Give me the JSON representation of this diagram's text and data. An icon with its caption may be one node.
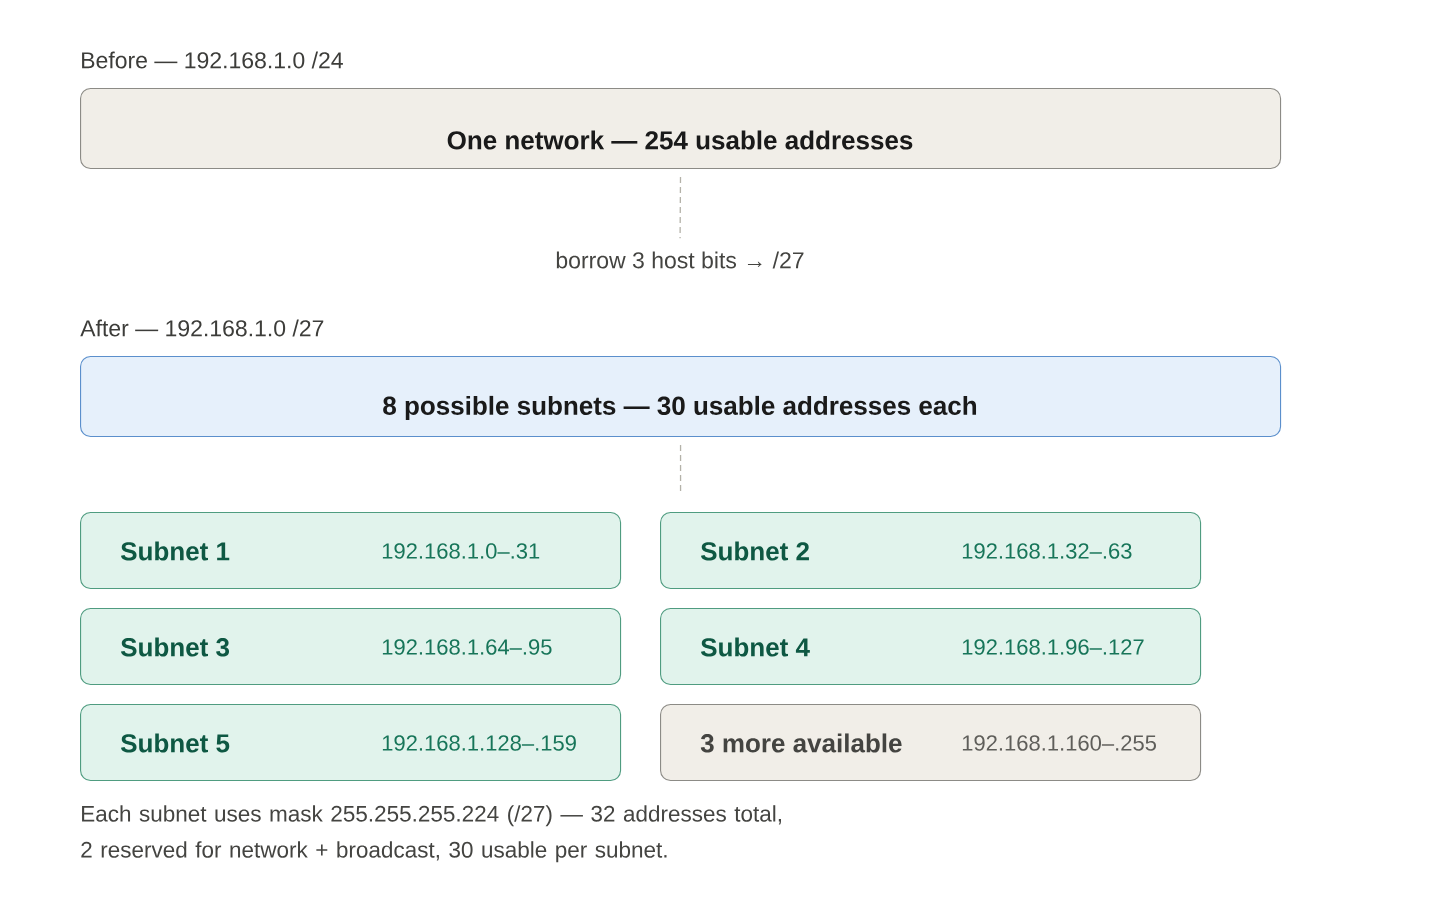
{
  "diagram": {
    "nodes": [
      {
        "text": [
          "Before — 192.168.1.0 /24",
          "One network — 254 usable addresses"
        ]
      },
      {
        "text": [
          "borrow 3 host bits → /27"
        ]
      },
      {
        "text": [
          "After — 192.168.1.0 /27",
          "8 possible subnets — 30 usable addresses each"
        ]
      },
      {
        "text": [
          "Subnet 1",
          "192.168.1.0–.31"
        ]
      },
      {
        "text": [
          "Subnet 2",
          "192.168.1.32–.63"
        ]
      },
      {
        "text": [
          "Subnet 3",
          "192.168.1.64–.95"
        ]
      },
      {
        "text": [
          "Subnet 4",
          "192.168.1.96–.127"
        ]
      },
      {
        "text": [
          "Subnet 5",
          "192.168.1.128–.159"
        ]
      },
      {
        "text": [
          "3 more available",
          "192.168.1.160–.255"
        ]
      }
    ],
    "edges": [
      {
        "from": 0,
        "to": 1,
        "arrow": "none",
        "style": "dashed"
      },
      {
        "from": 2,
        "to": null,
        "arrow": "none",
        "style": "dashed"
      }
    ],
    "caption": "Each subnet uses mask 255.255.255.224 (/27) — 32 addresses total, 2 reserved for network + broadcast, 30 usable per subnet."
  }
}
